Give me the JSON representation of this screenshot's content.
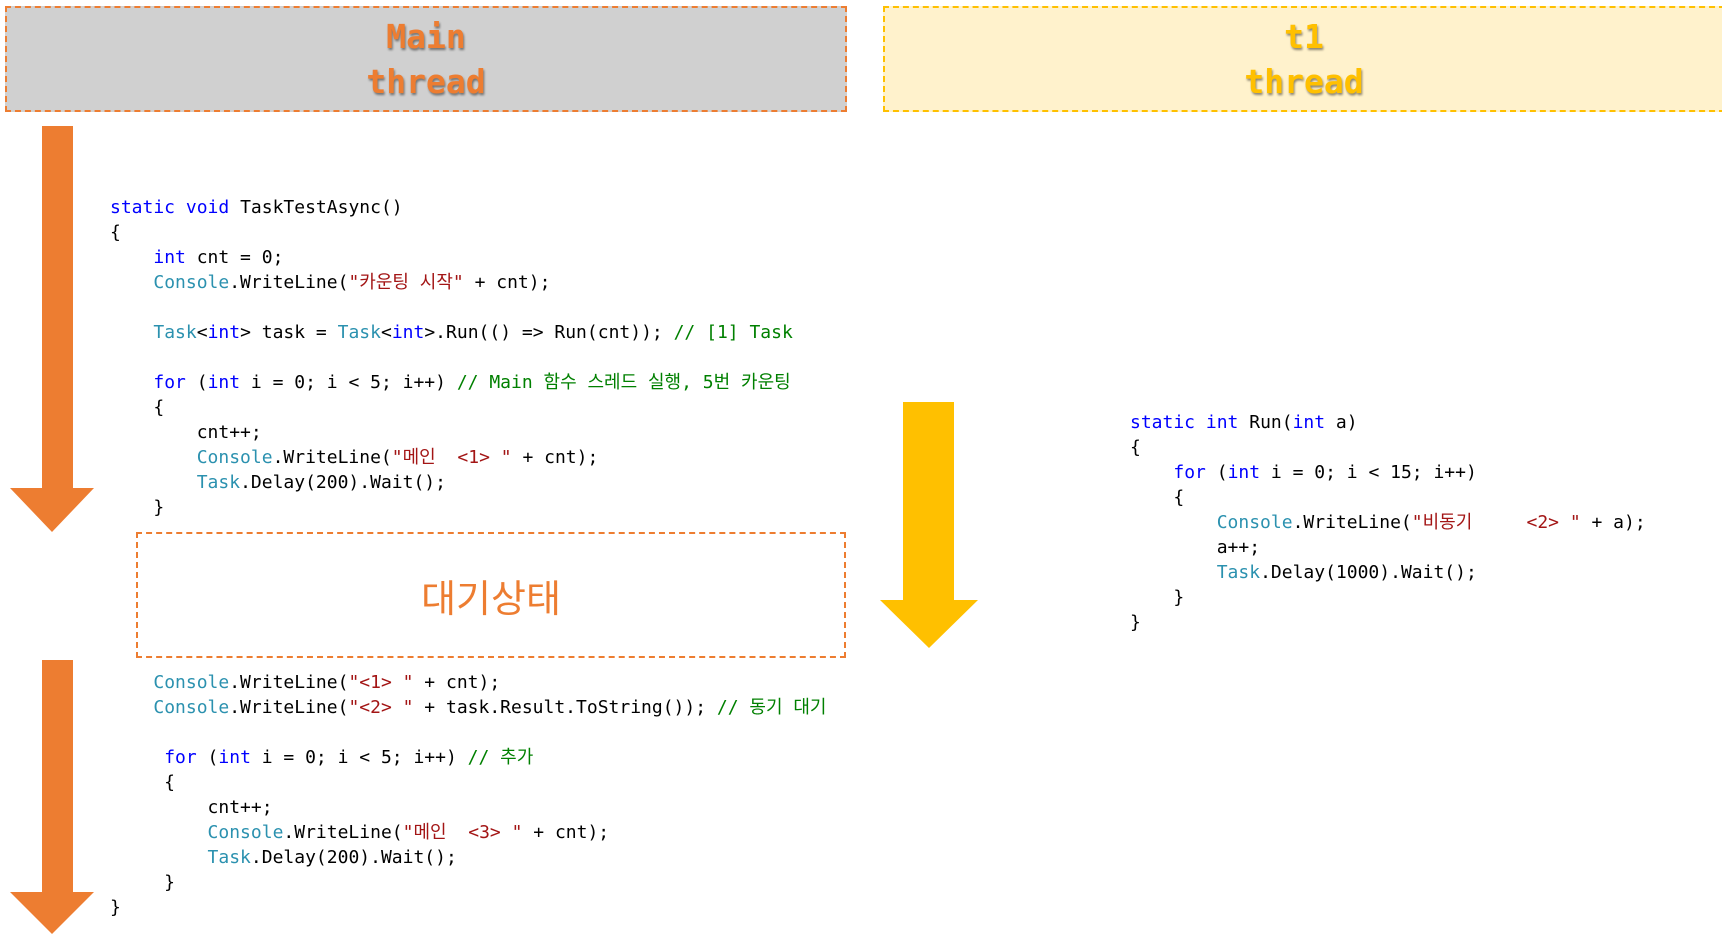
{
  "colors": {
    "main_header_bg": "#d0d0d0",
    "main_header_border": "#ed7d31",
    "main_header_text": "#ed7d31",
    "t1_header_bg": "#fff2cc",
    "t1_header_border": "#ffc000",
    "t1_header_text": "#ffc000",
    "main_arrow": "#ed7d31",
    "t1_arrow": "#ffc000",
    "keyword": "#0000ff",
    "type": "#2b91af",
    "string": "#a31515",
    "comment": "#008000",
    "plain": "#000000",
    "wait_text": "#ed7d31",
    "wait_border": "#ed7d31"
  },
  "main_header": {
    "line1": "Main",
    "line2": "thread"
  },
  "t1_header": {
    "line1": "t1",
    "line2": "thread"
  },
  "wait_label": "대기상태",
  "main_code_top": [
    [
      [
        "k",
        "static"
      ],
      [
        "p",
        " "
      ],
      [
        "k",
        "void"
      ],
      [
        "p",
        " TaskTestAsync()"
      ]
    ],
    [
      [
        "p",
        "{"
      ]
    ],
    [
      [
        "p",
        "    "
      ],
      [
        "k",
        "int"
      ],
      [
        "p",
        " cnt = 0;"
      ]
    ],
    [
      [
        "p",
        "    "
      ],
      [
        "t",
        "Console"
      ],
      [
        "p",
        ".WriteLine("
      ],
      [
        "s",
        "\"카운팅 시작\""
      ],
      [
        "p",
        " + cnt);"
      ]
    ],
    [],
    [
      [
        "p",
        "    "
      ],
      [
        "t",
        "Task"
      ],
      [
        "p",
        "<"
      ],
      [
        "k",
        "int"
      ],
      [
        "p",
        "> task = "
      ],
      [
        "t",
        "Task"
      ],
      [
        "p",
        "<"
      ],
      [
        "k",
        "int"
      ],
      [
        "p",
        ">.Run(() => Run(cnt)); "
      ],
      [
        "c",
        "// [1] Task"
      ]
    ],
    [],
    [
      [
        "p",
        "    "
      ],
      [
        "k",
        "for"
      ],
      [
        "p",
        " ("
      ],
      [
        "k",
        "int"
      ],
      [
        "p",
        " i = 0; i < 5; i++) "
      ],
      [
        "c",
        "// Main 함수 스레드 실행, 5번 카운팅"
      ]
    ],
    [
      [
        "p",
        "    {"
      ]
    ],
    [
      [
        "p",
        "        cnt++;"
      ]
    ],
    [
      [
        "p",
        "        "
      ],
      [
        "t",
        "Console"
      ],
      [
        "p",
        ".WriteLine("
      ],
      [
        "s",
        "\"메인  <1> \""
      ],
      [
        "p",
        " + cnt);"
      ]
    ],
    [
      [
        "p",
        "        "
      ],
      [
        "t",
        "Task"
      ],
      [
        "p",
        ".Delay(200).Wait();"
      ]
    ],
    [
      [
        "p",
        "    }"
      ]
    ]
  ],
  "main_code_bottom": [
    [
      [
        "p",
        "    "
      ],
      [
        "t",
        "Console"
      ],
      [
        "p",
        ".WriteLine("
      ],
      [
        "s",
        "\"<1> \""
      ],
      [
        "p",
        " + cnt);"
      ]
    ],
    [
      [
        "p",
        "    "
      ],
      [
        "t",
        "Console"
      ],
      [
        "p",
        ".WriteLine("
      ],
      [
        "s",
        "\"<2> \""
      ],
      [
        "p",
        " + task.Result.ToString()); "
      ],
      [
        "c",
        "// 동기 대기"
      ]
    ],
    [],
    [
      [
        "p",
        "     "
      ],
      [
        "k",
        "for"
      ],
      [
        "p",
        " ("
      ],
      [
        "k",
        "int"
      ],
      [
        "p",
        " i = 0; i < 5; i++) "
      ],
      [
        "c",
        "// 추가"
      ]
    ],
    [
      [
        "p",
        "     {"
      ]
    ],
    [
      [
        "p",
        "         cnt++;"
      ]
    ],
    [
      [
        "p",
        "         "
      ],
      [
        "t",
        "Console"
      ],
      [
        "p",
        ".WriteLine("
      ],
      [
        "s",
        "\"메인  <3> \""
      ],
      [
        "p",
        " + cnt);"
      ]
    ],
    [
      [
        "p",
        "         "
      ],
      [
        "t",
        "Task"
      ],
      [
        "p",
        ".Delay(200).Wait();"
      ]
    ],
    [
      [
        "p",
        "     }"
      ]
    ],
    [
      [
        "p",
        "}"
      ]
    ]
  ],
  "t1_code": [
    [
      [
        "k",
        "static"
      ],
      [
        "p",
        " "
      ],
      [
        "k",
        "int"
      ],
      [
        "p",
        " Run("
      ],
      [
        "k",
        "int"
      ],
      [
        "p",
        " a)"
      ]
    ],
    [
      [
        "p",
        "{"
      ]
    ],
    [
      [
        "p",
        "    "
      ],
      [
        "k",
        "for"
      ],
      [
        "p",
        " ("
      ],
      [
        "k",
        "int"
      ],
      [
        "p",
        " i = 0; i < 15; i++)"
      ]
    ],
    [
      [
        "p",
        "    {"
      ]
    ],
    [
      [
        "p",
        "        "
      ],
      [
        "t",
        "Console"
      ],
      [
        "p",
        ".WriteLine("
      ],
      [
        "s",
        "\"비동기     <2> \""
      ],
      [
        "p",
        " + a);"
      ]
    ],
    [
      [
        "p",
        "        a++;"
      ]
    ],
    [
      [
        "p",
        "        "
      ],
      [
        "t",
        "Task"
      ],
      [
        "p",
        ".Delay(1000).Wait();"
      ]
    ],
    [
      [
        "p",
        "    }"
      ]
    ],
    [
      [
        "p",
        "}"
      ]
    ]
  ]
}
